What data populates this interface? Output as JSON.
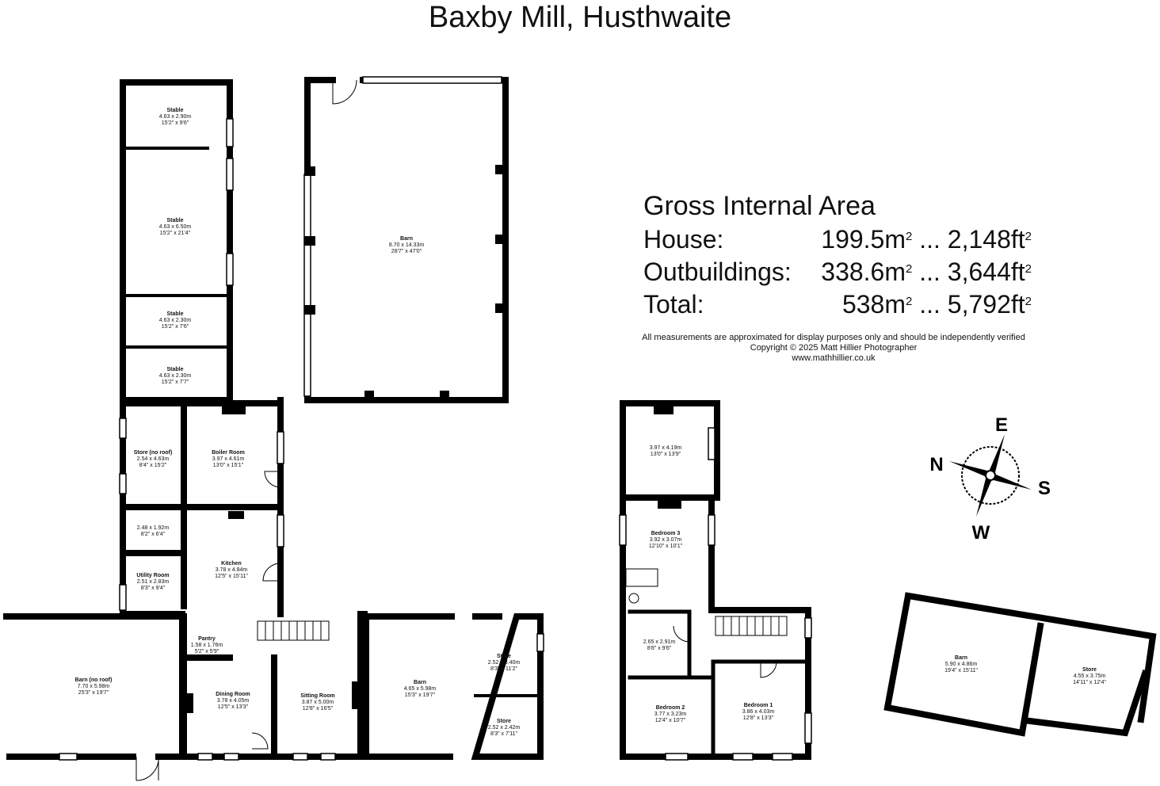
{
  "title": "Baxby Mill, Husthwaite",
  "area": {
    "heading": "Gross Internal Area",
    "rows": [
      {
        "label": "House:",
        "metric": "199.5m",
        "imperial": "2,148ft"
      },
      {
        "label": "Outbuildings:",
        "metric": "338.6m",
        "imperial": "3,644ft"
      },
      {
        "label": "Total:",
        "metric": "538m",
        "imperial": "5,792ft"
      }
    ],
    "separator": " ... ",
    "squared": "2"
  },
  "notes": {
    "disclaimer": "All measurements are approximated for display purposes only and should be independently verified",
    "copyright": "Copyright © 2025 Matt Hillier Photographer",
    "website": "www.mathhillier.co.uk"
  },
  "compass": {
    "n": "N",
    "e": "E",
    "s": "S",
    "w": "W"
  },
  "rooms": [
    {
      "id": "stable-1",
      "name": "Stable",
      "metric": "4.63 x 2.90m",
      "imperial": "15'2\" x 9'6\""
    },
    {
      "id": "stable-2",
      "name": "Stable",
      "metric": "4.63 x 6.50m",
      "imperial": "15'2\" x 21'4\""
    },
    {
      "id": "stable-3",
      "name": "Stable",
      "metric": "4.63 x 2.30m",
      "imperial": "15'2\" x 7'6\""
    },
    {
      "id": "stable-4",
      "name": "Stable",
      "metric": "4.63 x 2.30m",
      "imperial": "15'2\" x 7'7\""
    },
    {
      "id": "barn-large",
      "name": "Barn",
      "metric": "8.70 x 14.33m",
      "imperial": "28'7\" x 47'0\""
    },
    {
      "id": "store-no-roof",
      "name": "Store (no roof)",
      "metric": "2.54 x 4.63m",
      "imperial": "8'4\" x 15'2\""
    },
    {
      "id": "boiler-room",
      "name": "Boiler Room",
      "metric": "3.97 x 4.61m",
      "imperial": "13'0\" x 15'1\""
    },
    {
      "id": "small-room",
      "name": "",
      "metric": "2.48 x 1.92m",
      "imperial": "8'2\" x 6'4\""
    },
    {
      "id": "utility-room",
      "name": "Utility Room",
      "metric": "2.51 x 2.83m",
      "imperial": "8'3\" x 9'4\""
    },
    {
      "id": "kitchen",
      "name": "Kitchen",
      "metric": "3.78 x 4.84m",
      "imperial": "12'5\" x 15'11\""
    },
    {
      "id": "barn-no-roof",
      "name": "Barn (no roof)",
      "metric": "7.70 x 5.98m",
      "imperial": "25'3\" x 19'7\""
    },
    {
      "id": "pantry",
      "name": "Pantry",
      "metric": "1.58 x 1.76m",
      "imperial": "5'2\" x 5'9\""
    },
    {
      "id": "dining-room",
      "name": "Dining Room",
      "metric": "3.78 x 4.05m",
      "imperial": "12'5\" x 13'3\""
    },
    {
      "id": "sitting-room",
      "name": "Sitting Room",
      "metric": "3.87 x 5.00m",
      "imperial": "12'8\" x 16'5\""
    },
    {
      "id": "barn-mid",
      "name": "Barn",
      "metric": "4.65 x 5.98m",
      "imperial": "15'3\" x 19'7\""
    },
    {
      "id": "store-a",
      "name": "Store",
      "metric": "2.52 x 3.40m",
      "imperial": "8'3\" x 11'2\""
    },
    {
      "id": "store-b",
      "name": "Store",
      "metric": "2.52 x 2.42m",
      "imperial": "8'3\" x 7'11\""
    },
    {
      "id": "upper-room",
      "name": "",
      "metric": "3.97 x 4.19m",
      "imperial": "13'0\" x 13'9\""
    },
    {
      "id": "bedroom-3",
      "name": "Bedroom 3",
      "metric": "3.92 x 3.07m",
      "imperial": "12'10\" x 10'1\""
    },
    {
      "id": "landing-room",
      "name": "",
      "metric": "2.65 x 2.91m",
      "imperial": "8'8\" x 9'6\""
    },
    {
      "id": "bedroom-2",
      "name": "Bedroom 2",
      "metric": "3.77 x 3.23m",
      "imperial": "12'4\" x 10'7\""
    },
    {
      "id": "bedroom-1",
      "name": "Bedroom 1",
      "metric": "3.86 x 4.03m",
      "imperial": "12'8\" x 13'3\""
    },
    {
      "id": "barn-east",
      "name": "Barn",
      "metric": "5.90 x 4.86m",
      "imperial": "19'4\" x 15'11\""
    },
    {
      "id": "store-east",
      "name": "Store",
      "metric": "4.55 x 3.75m",
      "imperial": "14'11\" x 12'4\""
    }
  ]
}
